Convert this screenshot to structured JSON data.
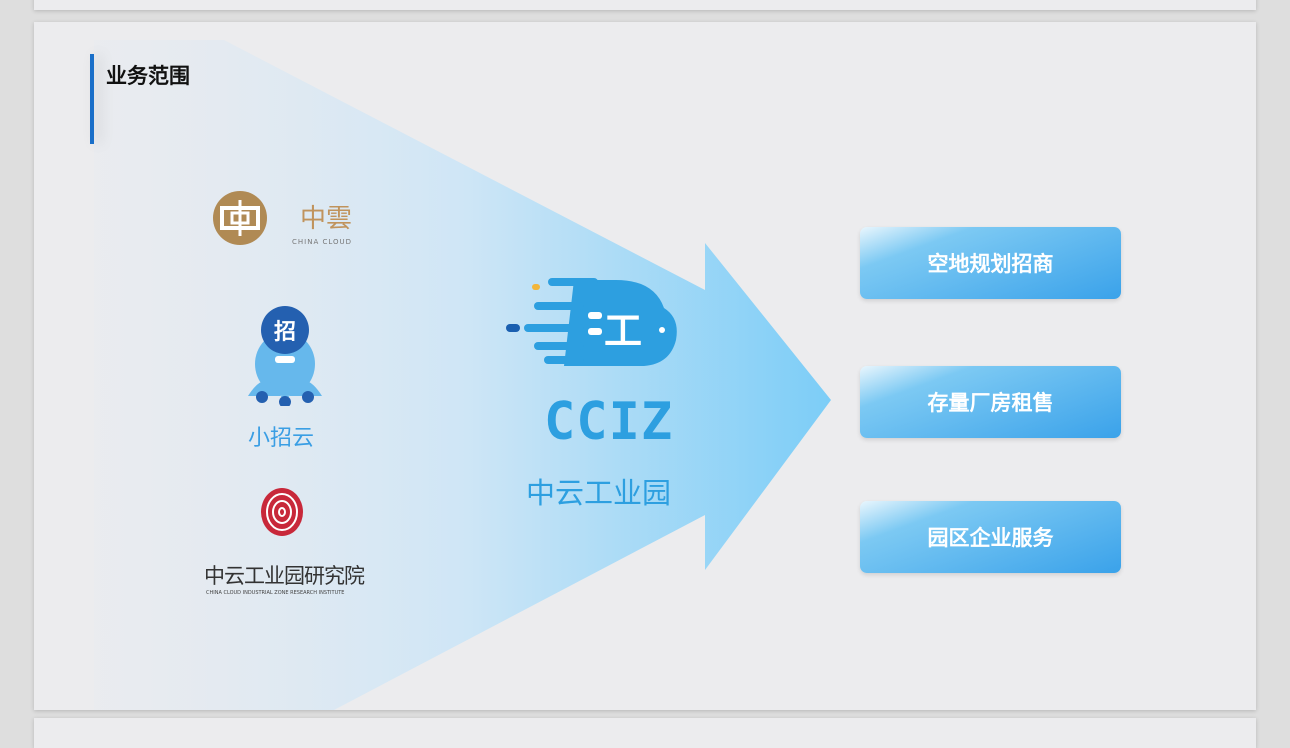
{
  "section_title": "业务范围",
  "logos": {
    "china_cloud": {
      "cn": "中雲",
      "en": "CHINA CLOUD"
    },
    "xiaozhaoyun": {
      "badge": "招",
      "name": "小招云"
    },
    "cciz": {
      "abbr": "CCIZ",
      "name": "中云工业园",
      "cloud_glyph": "工"
    },
    "institute": {
      "cn": "中云工业园研究院",
      "en": "CHINA CLOUD INDUSTRIAL ZONE RESEARCH INSTITUTE"
    }
  },
  "services": [
    {
      "label": "空地规划招商"
    },
    {
      "label": "存量厂房租售"
    },
    {
      "label": "园区企业服务"
    }
  ],
  "colors": {
    "accent": "#1a6fc9",
    "button": "#3aa2ea",
    "logo_blue": "#2d9fe0",
    "gold": "#b08a54",
    "red": "#c8283a"
  }
}
